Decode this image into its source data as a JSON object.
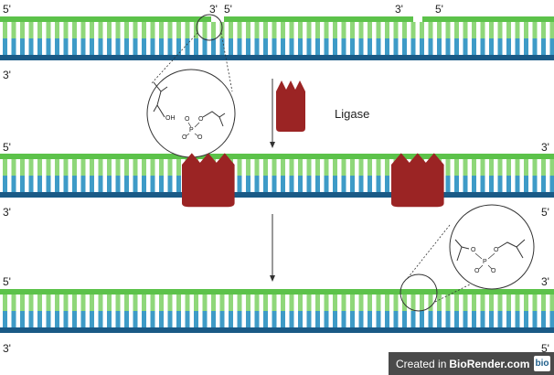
{
  "colors": {
    "green": "#5cc24a",
    "green_light": "#8fd77a",
    "blue_light": "#3e9bc7",
    "blue_dark": "#1a5a86",
    "ligase": "#9b2424",
    "ink": "#333333"
  },
  "diagram": {
    "top_strand": {
      "end_left": "5'",
      "nick_left_end": "3'",
      "nick_right_end": "5'",
      "nick2_left_end": "3'",
      "nick2_right_end": "5'",
      "bottom_end": "3'"
    },
    "zoom_top": {
      "hydroxyl": "OH",
      "phosphate_o1": "O",
      "phosphate_o2": "O",
      "phosphate_o3": "O",
      "phosphate_o4": "O",
      "phosphate_p": "P"
    },
    "ligase_label": "Ligase",
    "middle_strand": {
      "left_top": "5'",
      "right_top": "3'",
      "left_bottom": "3'",
      "right_bottom": "5'"
    },
    "bottom_strand": {
      "left_top": "5'",
      "right_top": "3'",
      "left_bottom": "3'",
      "right_bottom": "5'"
    },
    "zoom_bottom": {
      "o1": "O",
      "o2": "O",
      "o3": "O",
      "o4": "O",
      "p": "P"
    }
  },
  "credit": {
    "prefix": "Created in",
    "brand": "BioRender.com",
    "badge": "bio"
  }
}
